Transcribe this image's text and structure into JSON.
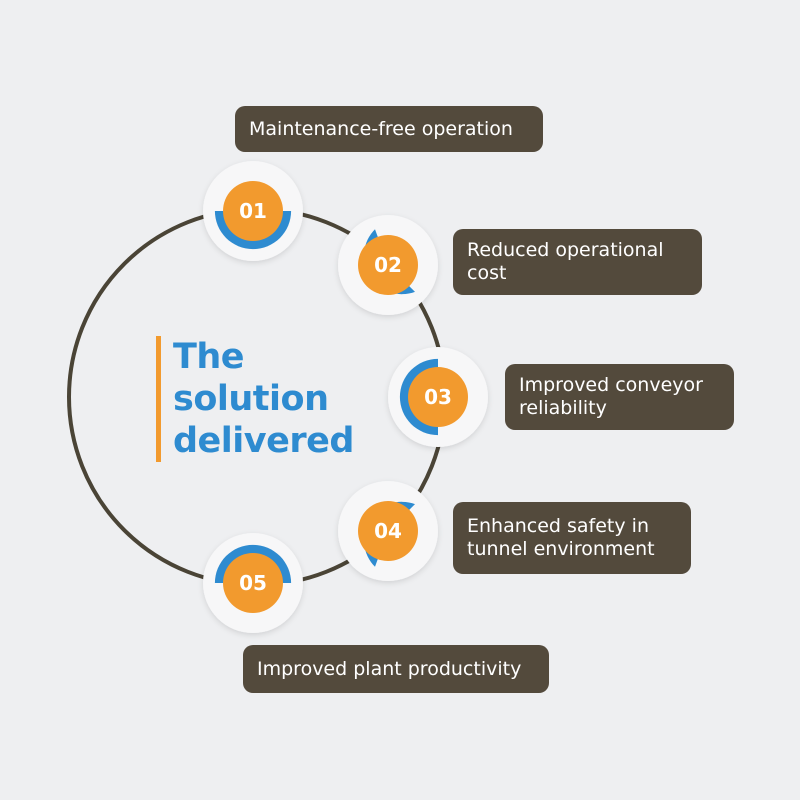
{
  "title": {
    "lines": [
      "The",
      "solution",
      "delivered"
    ]
  },
  "steps": [
    {
      "number": "01",
      "lines": [
        "Maintenance-free operation"
      ]
    },
    {
      "number": "02",
      "lines": [
        "Reduced operational",
        "cost"
      ]
    },
    {
      "number": "03",
      "lines": [
        "Improved conveyor",
        "reliability"
      ]
    },
    {
      "number": "04",
      "lines": [
        "Enhanced safety in",
        "tunnel environment"
      ]
    },
    {
      "number": "05",
      "lines": [
        "Improved plant productivity"
      ]
    }
  ],
  "colors": {
    "background": "#eeeff1",
    "ring": "#4a4436",
    "label_bg": "#534a3c",
    "label_text": "#ffffff",
    "badge_orange": "#f29a2e",
    "badge_blue": "#2e8bd0",
    "badge_halo": "#f7f7f8",
    "title_blue": "#2e8bd0",
    "title_bar": "#f29a2e"
  }
}
